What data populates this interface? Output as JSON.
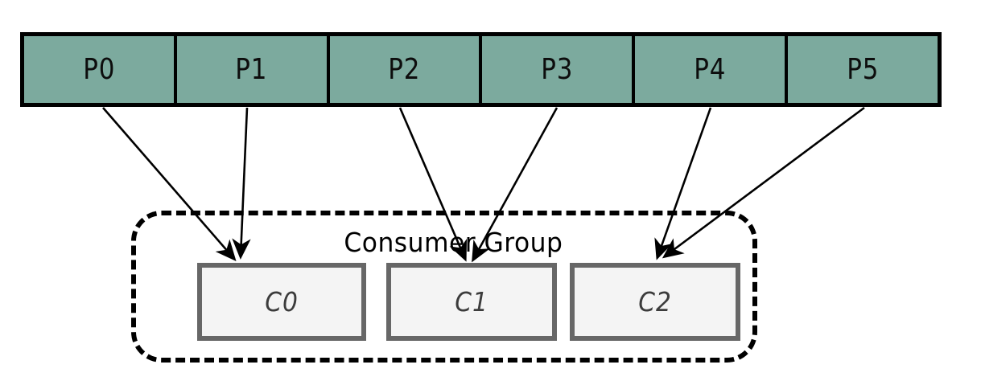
{
  "diagram": {
    "topic": {
      "partitions": [
        {
          "id": "P0",
          "label": "P0"
        },
        {
          "id": "P1",
          "label": "P1"
        },
        {
          "id": "P2",
          "label": "P2"
        },
        {
          "id": "P3",
          "label": "P3"
        },
        {
          "id": "P4",
          "label": "P4"
        },
        {
          "id": "P5",
          "label": "P5"
        }
      ]
    },
    "consumer_group": {
      "label": "Consumer Group",
      "consumers": [
        {
          "id": "C0",
          "label": "C0"
        },
        {
          "id": "C1",
          "label": "C1"
        },
        {
          "id": "C2",
          "label": "C2"
        }
      ]
    },
    "assignments": [
      {
        "from": "P0",
        "to": "C0"
      },
      {
        "from": "P1",
        "to": "C0"
      },
      {
        "from": "P2",
        "to": "C1"
      },
      {
        "from": "P3",
        "to": "C1"
      },
      {
        "from": "P4",
        "to": "C2"
      },
      {
        "from": "P5",
        "to": "C2"
      }
    ],
    "colors": {
      "partition_fill": "#7CAA9E",
      "partition_border": "#000000",
      "consumer_fill": "#F4F4F4",
      "consumer_border": "#676767",
      "group_border": "#000000",
      "arrow": "#000000",
      "background": "#FFFFFF"
    }
  }
}
